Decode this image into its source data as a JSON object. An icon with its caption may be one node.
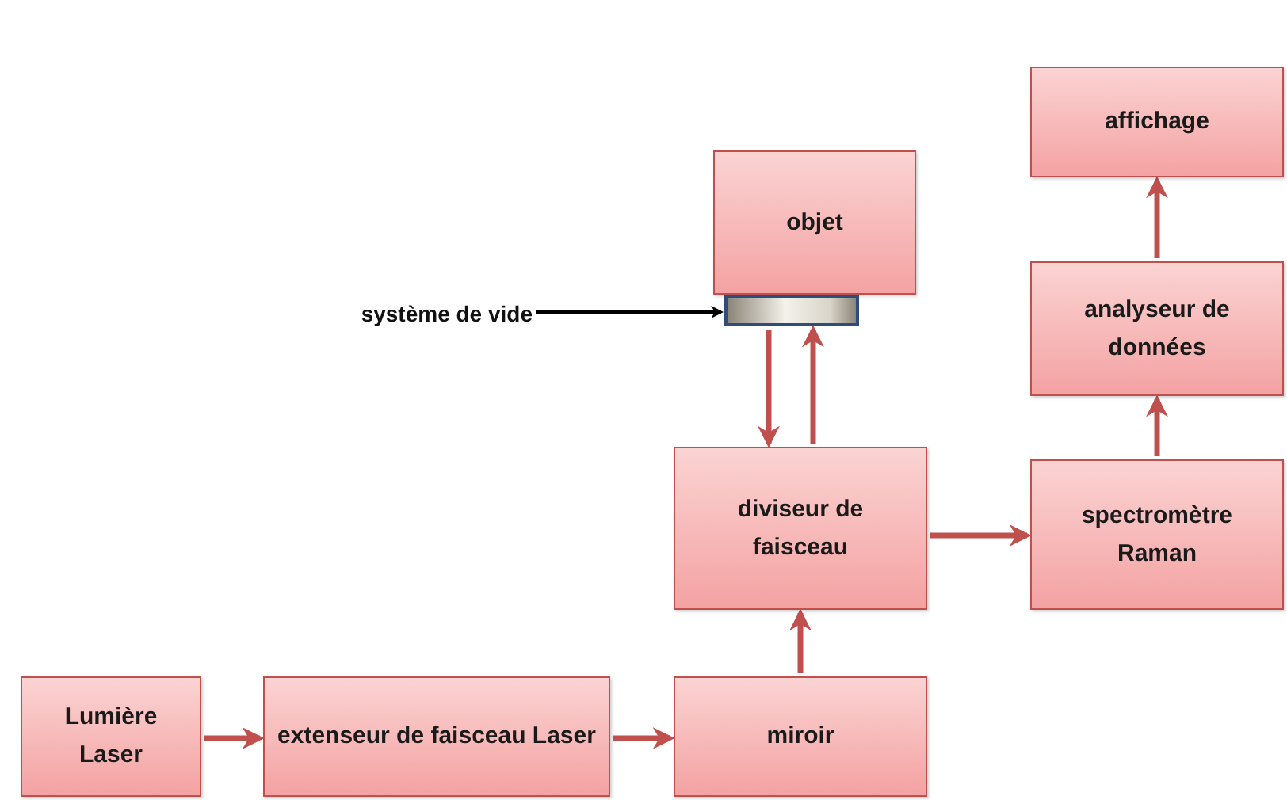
{
  "diagram": {
    "nodes": [
      {
        "text": [
          "Lumière Laser"
        ]
      },
      {
        "text": [
          "extenseur de faisceau Laser"
        ]
      },
      {
        "text": [
          "miroir"
        ]
      },
      {
        "text": [
          "diviseur de faisceau"
        ]
      },
      {
        "text": [
          "spectromètre Raman"
        ]
      },
      {
        "text": [
          "analyseur de données"
        ]
      },
      {
        "text": [
          "affichage"
        ]
      },
      {
        "text": [
          "objet"
        ]
      },
      {
        "text": [],
        "shape": "bar"
      },
      {
        "text": [
          "système de vide"
        ]
      }
    ],
    "edges": [
      {
        "from": 0,
        "to": 1,
        "arrow": "to"
      },
      {
        "from": 1,
        "to": 2,
        "arrow": "to"
      },
      {
        "from": 2,
        "to": 3,
        "arrow": "to"
      },
      {
        "from": 3,
        "to": 4,
        "arrow": "to"
      },
      {
        "from": 8,
        "to": 3,
        "arrow": "to"
      },
      {
        "from": 3,
        "to": 8,
        "arrow": "to"
      },
      {
        "from": 4,
        "to": 5,
        "arrow": "to"
      },
      {
        "from": 5,
        "to": 6,
        "arrow": "to"
      },
      {
        "from": 9,
        "to": 8,
        "arrow": "to",
        "color": "#000000"
      }
    ]
  }
}
